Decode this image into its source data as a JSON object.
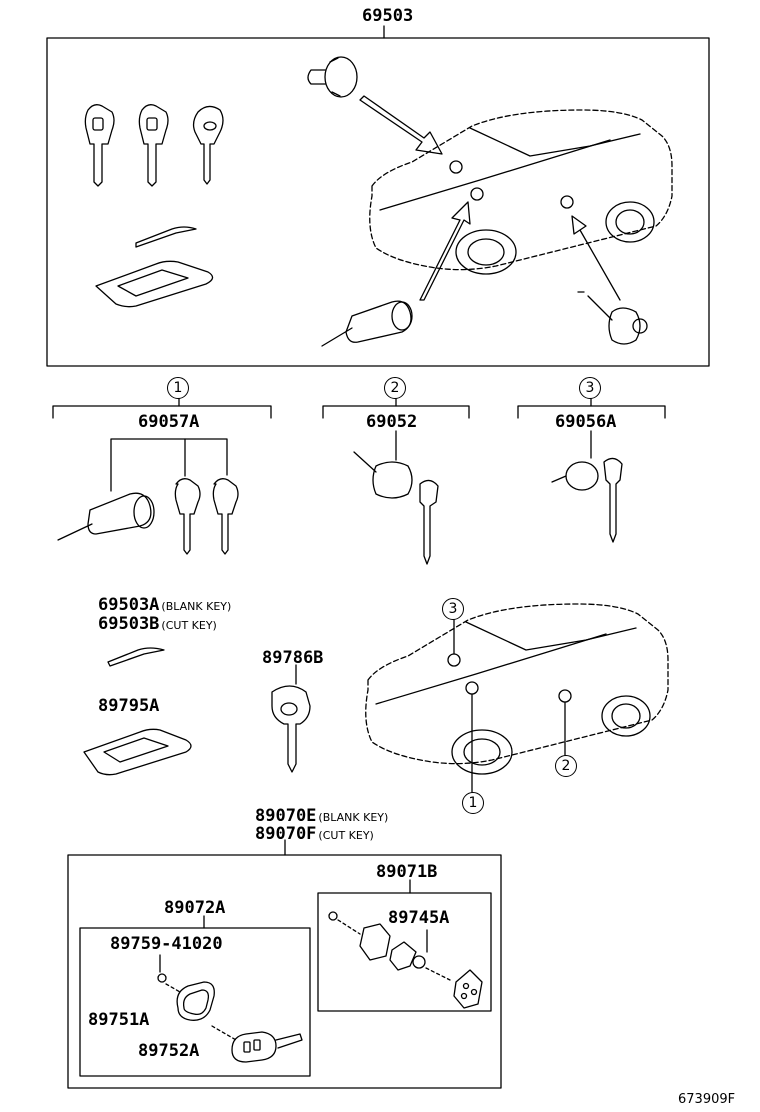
{
  "labels": {
    "main_kit": "69503",
    "set1": "69057A",
    "set2": "69052",
    "set3": "69056A",
    "key_blank_a": "69503A",
    "key_blank_a_note": "(BLANK KEY)",
    "key_blank_b": "69503B",
    "key_blank_b_note": "(CUT KEY)",
    "plate": "89795A",
    "transponder_key": "89786B",
    "remote_key_e": "89070E",
    "remote_key_e_note": "(BLANK KEY)",
    "remote_key_f": "89070F",
    "remote_key_f_note": "(CUT KEY)",
    "transmitter_housing": "89072A",
    "screw": "89759-41020",
    "cover": "89751A",
    "key_plate": "89752A",
    "transmitter": "89071B",
    "battery": "89745A"
  },
  "callouts": {
    "c1": "1",
    "c2": "2",
    "c3": "3"
  },
  "diagram_id": "673909F"
}
